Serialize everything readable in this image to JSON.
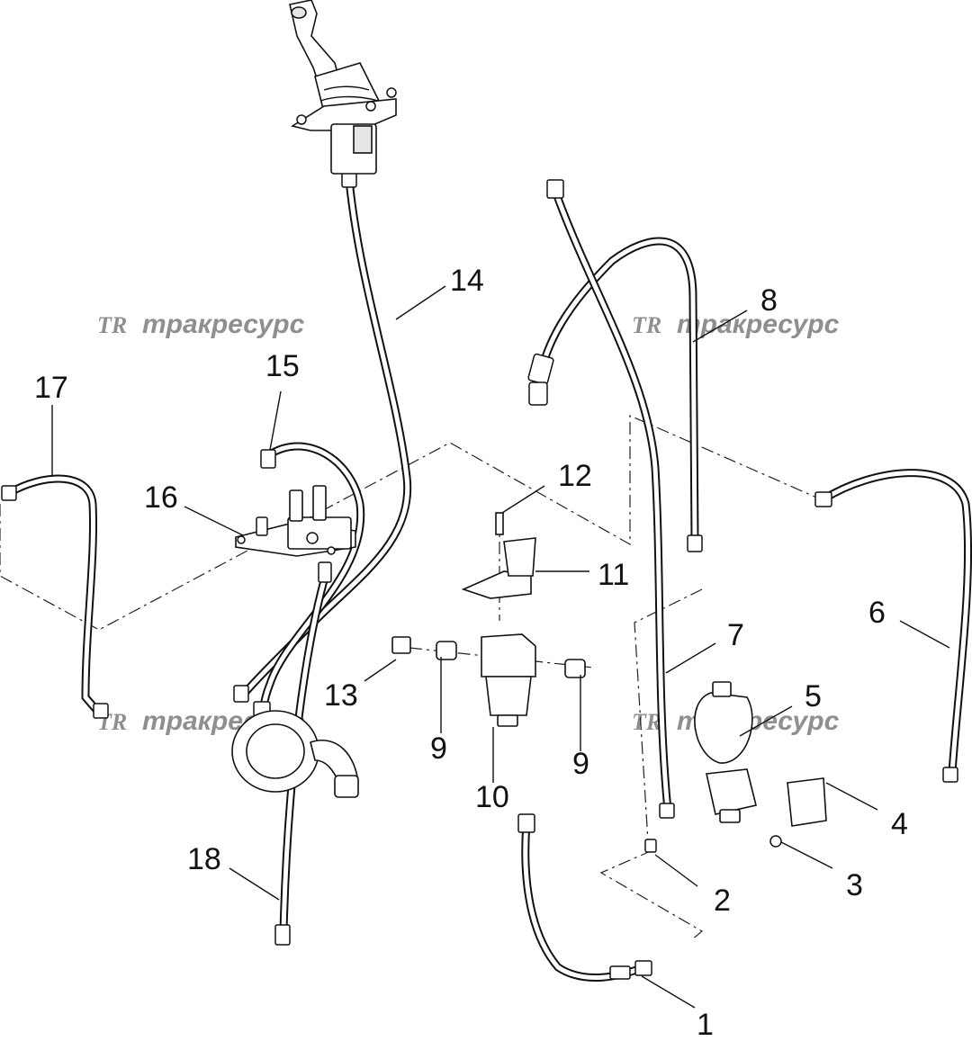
{
  "watermark": {
    "logo": "TR",
    "text": "тракресурс"
  },
  "callouts": [
    {
      "id": "1",
      "label": "1"
    },
    {
      "id": "2",
      "label": "2"
    },
    {
      "id": "3",
      "label": "3"
    },
    {
      "id": "4",
      "label": "4"
    },
    {
      "id": "5",
      "label": "5"
    },
    {
      "id": "6",
      "label": "6"
    },
    {
      "id": "7",
      "label": "7"
    },
    {
      "id": "8",
      "label": "8"
    },
    {
      "id": "9a",
      "label": "9"
    },
    {
      "id": "9b",
      "label": "9"
    },
    {
      "id": "10",
      "label": "10"
    },
    {
      "id": "11",
      "label": "11"
    },
    {
      "id": "12",
      "label": "12"
    },
    {
      "id": "13",
      "label": "13"
    },
    {
      "id": "14",
      "label": "14"
    },
    {
      "id": "15",
      "label": "15"
    },
    {
      "id": "16",
      "label": "16"
    },
    {
      "id": "17",
      "label": "17"
    },
    {
      "id": "18",
      "label": "18"
    }
  ],
  "colors": {
    "line": "#111111",
    "watermark": "#8f8f8f",
    "background": "#ffffff"
  }
}
